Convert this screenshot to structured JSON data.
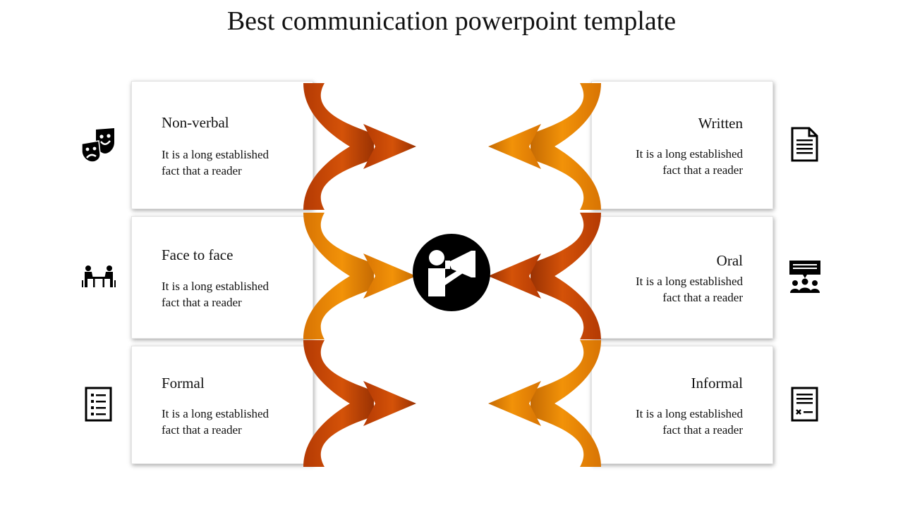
{
  "title": "Best communication powerpoint template",
  "colors": {
    "dark_orange": "#c94a06",
    "light_orange": "#ee8a05",
    "accent": "#000000"
  },
  "center_icon": "megaphone-speaker-icon",
  "left_items": [
    {
      "heading": "Non-verbal",
      "line1": "It is a long established",
      "line2": "fact that  a reader",
      "icon": "theater-masks-icon"
    },
    {
      "heading": "Face to face",
      "line1": "It is a long established",
      "line2": "fact that  a reader",
      "icon": "meeting-table-icon"
    },
    {
      "heading": "Formal",
      "line1": "It is a long established",
      "line2": "fact that  a reader",
      "icon": "checklist-icon"
    }
  ],
  "right_items": [
    {
      "heading": "Written",
      "line1": "It is a long established",
      "line2": "fact that  a reader",
      "icon": "document-icon"
    },
    {
      "heading": "Oral",
      "line1": "It is a long established",
      "line2": "fact that  a reader",
      "icon": "group-presentation-icon"
    },
    {
      "heading": "Informal",
      "line1": "It is a long established",
      "line2": "fact that  a reader",
      "icon": "form-sheet-icon"
    }
  ]
}
